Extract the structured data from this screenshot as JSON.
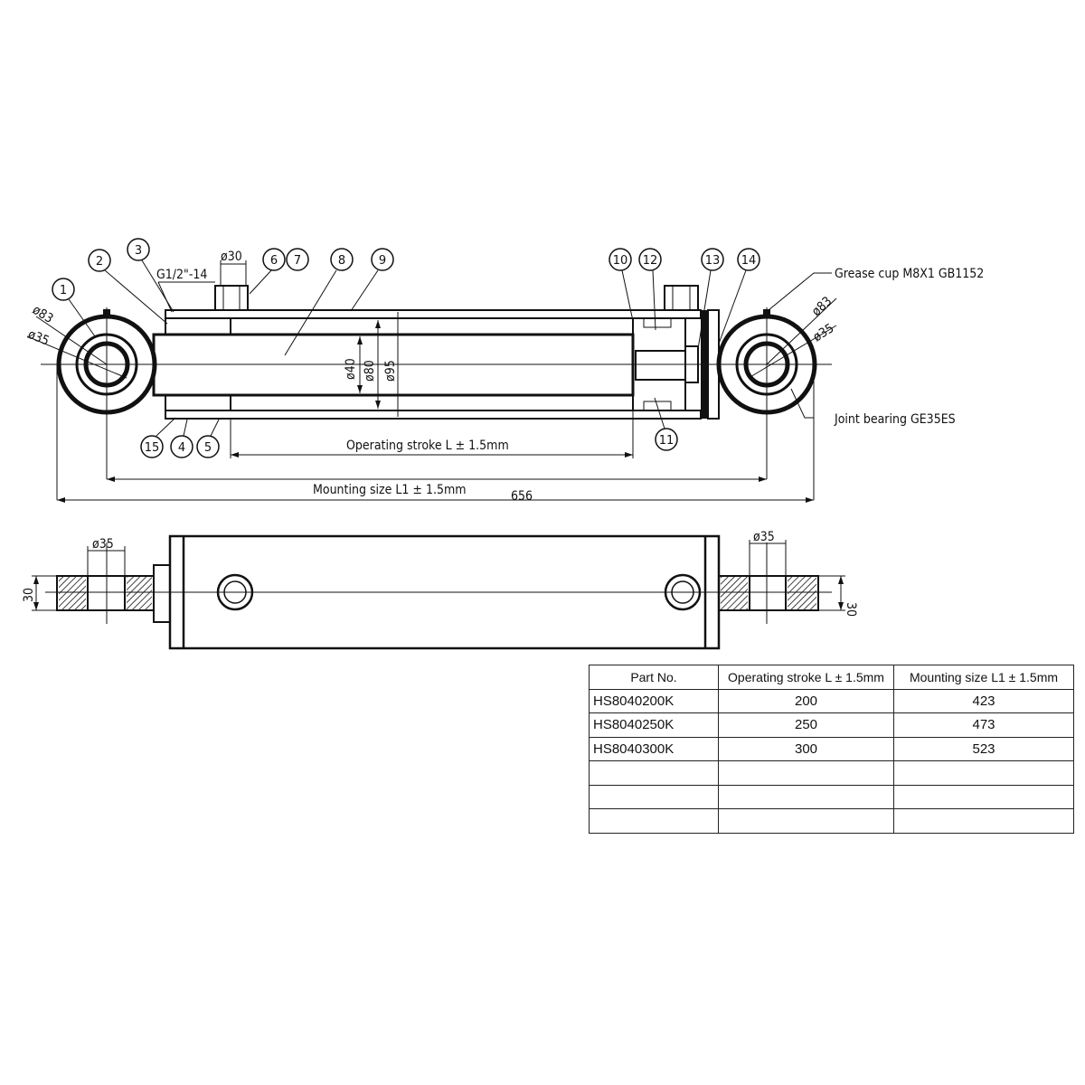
{
  "drawing": {
    "balloons": [
      "1",
      "2",
      "3",
      "4",
      "5",
      "6",
      "7",
      "8",
      "9",
      "10",
      "11",
      "12",
      "13",
      "14",
      "15"
    ],
    "port_thread": "G1/2\"-14",
    "port_diameter": "ø30",
    "rod_diameter": "ø40",
    "bore_diameter": "ø80",
    "tube_diameter": "ø95",
    "eye_outer_left": "ø83",
    "eye_inner_left": "ø35",
    "eye_outer_right": "ø83",
    "eye_inner_right": "ø35",
    "grease_cup": "Grease cup M8X1 GB1152",
    "joint_bearing": "Joint bearing GE35ES",
    "stroke_label": "Operating stroke L ± 1.5mm",
    "mounting_label": "Mounting size L1 ± 1.5mm",
    "overall_length": "656",
    "bottom_left_bore": "ø35",
    "bottom_right_bore": "ø35",
    "eye_width_left": "30",
    "eye_width_right": "30"
  },
  "table": {
    "headers": [
      "Part No.",
      "Operating stroke L ± 1.5mm",
      "Mounting size L1 ± 1.5mm"
    ],
    "rows": [
      [
        "HS8040200K",
        "200",
        "423"
      ],
      [
        "HS8040250K",
        "250",
        "473"
      ],
      [
        "HS8040300K",
        "300",
        "523"
      ],
      [
        "",
        "",
        ""
      ],
      [
        "",
        "",
        ""
      ],
      [
        "",
        "",
        ""
      ]
    ]
  }
}
